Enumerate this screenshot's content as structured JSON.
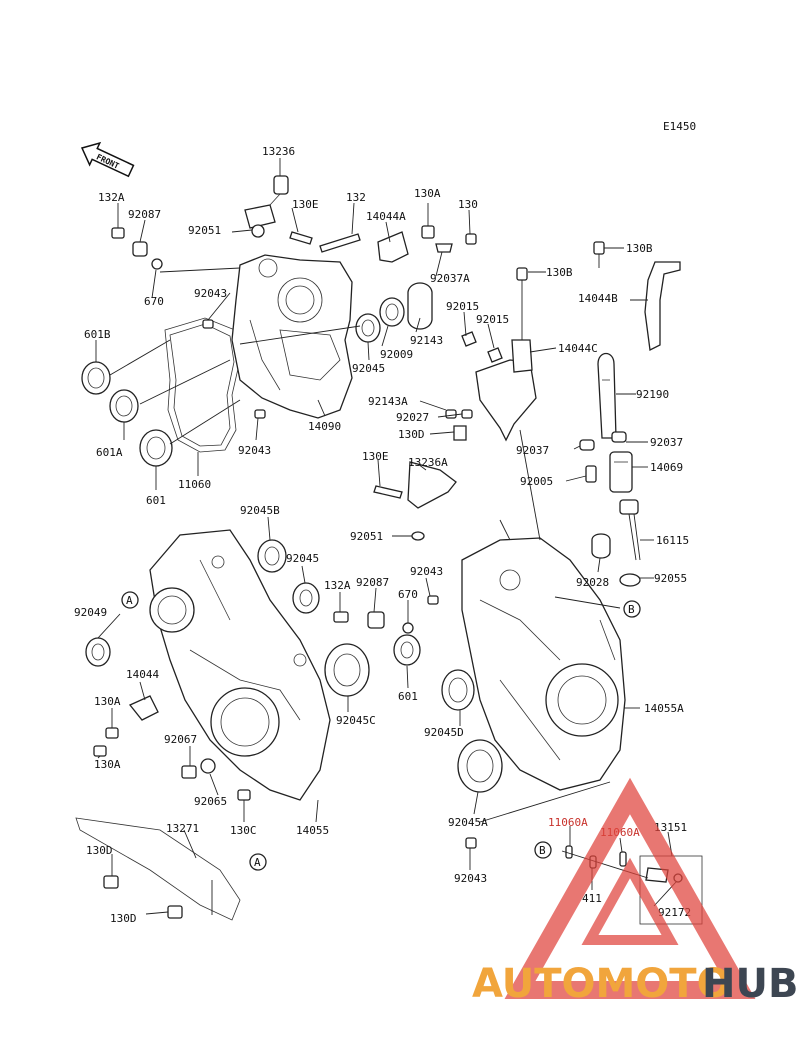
{
  "diagram_code": "E1450",
  "front_label": "FRONT",
  "callout_letters": [
    "A",
    "B"
  ],
  "part_labels": [
    "13236",
    "132A",
    "92087",
    "130E",
    "132",
    "130A",
    "130",
    "14044A",
    "92051",
    "670",
    "92037A",
    "130B",
    "130B",
    "14044B",
    "92043",
    "92015",
    "92015",
    "601B",
    "92009",
    "92143",
    "14044C",
    "92045",
    "601A",
    "14090",
    "92143A",
    "92027",
    "130D",
    "92190",
    "92043",
    "11060",
    "601",
    "92037",
    "92037",
    "14069",
    "130E",
    "13236A",
    "92005",
    "92045B",
    "92051",
    "16115",
    "92045",
    "92043",
    "132A",
    "92087",
    "670",
    "92028",
    "92055",
    "92049",
    "14044",
    "601",
    "14055A",
    "130A",
    "92045C",
    "92045D",
    "92067",
    "130A",
    "92065",
    "130C",
    "14055",
    "92045A",
    "13271",
    "11060A",
    "11060A",
    "13151",
    "130D",
    "411",
    "92043",
    "130D",
    "92172"
  ],
  "logo": {
    "left": "AUTOMOTO",
    "right": "HUB",
    "color_left": "#f1a53c",
    "color_right": "#3d4652",
    "triangle_color": "#e0443c"
  }
}
